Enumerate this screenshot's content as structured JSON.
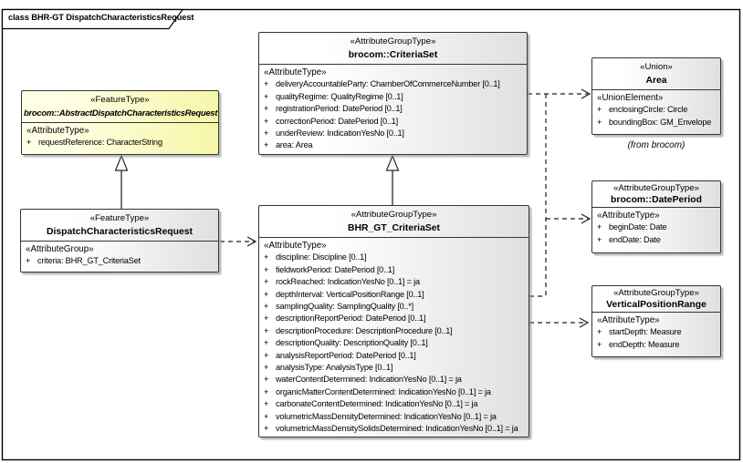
{
  "frame": {
    "title": "class BHR-GT DispatchCharacteristicsRequest"
  },
  "ui": {
    "plus": "+"
  },
  "classes": {
    "abstract_request": {
      "stereotype": "«FeatureType»",
      "name": "brocom::AbstractDispatchCharacteristicsRequest",
      "attr_stereotype": "«AttributeType»",
      "attributes": [
        "requestReference: CharacterString"
      ]
    },
    "dispatch_request": {
      "stereotype": "«FeatureType»",
      "name": "DispatchCharacteristicsRequest",
      "attr_stereotype": "«AttributeGroup»",
      "attributes": [
        "criteria: BHR_GT_CriteriaSet"
      ]
    },
    "brocom_criteriaset": {
      "stereotype": "«AttributeGroupType»",
      "name": "brocom::CriteriaSet",
      "attr_stereotype": "«AttributeType»",
      "attributes": [
        "deliveryAccountableParty: ChamberOfCommerceNumber [0..1]",
        "qualityRegime: QualityRegime [0..1]",
        "registrationPeriod: DatePeriod [0..1]",
        "correctionPeriod: DatePeriod [0..1]",
        "underReview: IndicationYesNo [0..1]",
        "area: Area"
      ]
    },
    "bhr_gt_criteriaset": {
      "stereotype": "«AttributeGroupType»",
      "name": "BHR_GT_CriteriaSet",
      "attr_stereotype": "«AttributeType»",
      "attributes": [
        "discipline: Discipline [0..1]",
        "fieldworkPeriod: DatePeriod [0..1]",
        "rockReached: IndicationYesNo [0..1] = ja",
        "depthInterval: VerticalPositionRange [0..1]",
        "samplingQuality: SamplingQuality [0..*]",
        "descriptionReportPeriod: DatePeriod [0..1]",
        "descriptionProcedure: DescriptionProcedure [0..1]",
        "descriptionQuality: DescriptionQuality [0..1]",
        "analysisReportPeriod: DatePeriod [0..1]",
        "analysisType: AnalysisType [0..1]",
        "waterContentDetermined: IndicationYesNo [0..1] = ja",
        "organicMatterContentDetermined: IndicationYesNo [0..1] = ja",
        "carbonateContentDetermined: IndicationYesNo [0..1] = ja",
        "volumetricMassDensityDetermined: IndicationYesNo [0..1] = ja",
        "volumetricMassDensitySolidsDetermined: IndicationYesNo [0..1] = ja"
      ]
    },
    "area": {
      "stereotype": "«Union»",
      "name": "Area",
      "attr_stereotype": "«UnionElement»",
      "attributes": [
        "enclosingCircle: Circle",
        "boundingBox: GM_Envelope"
      ],
      "note": "(from brocom)"
    },
    "dateperiod": {
      "stereotype": "«AttributeGroupType»",
      "name": "brocom::DatePeriod",
      "attr_stereotype": "«AttributeType»",
      "attributes": [
        "beginDate: Date",
        "endDate: Date"
      ]
    },
    "verticalpositionrange": {
      "stereotype": "«AttributeGroupType»",
      "name": "VerticalPositionRange",
      "attr_stereotype": "«AttributeType»",
      "attributes": [
        "startDepth: Measure",
        "endDepth: Measure"
      ]
    }
  }
}
